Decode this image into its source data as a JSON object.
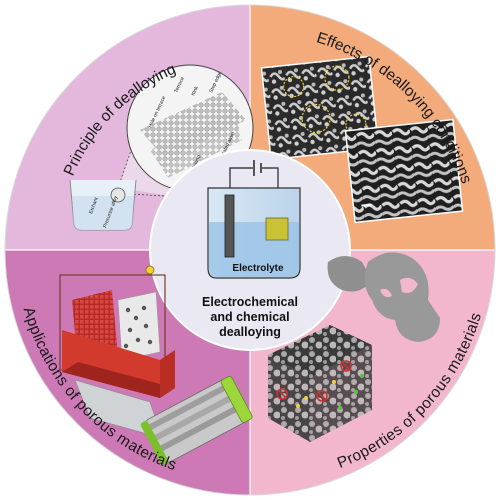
{
  "center": {
    "electrolyte_label": "Electrolyte",
    "title_line1": "Electrochemical",
    "title_line2": "and chemical",
    "title_line3": "dealloying"
  },
  "quadrants": {
    "top_left": "Principle of dealloying",
    "top_right": "Effects of dealloying conditions",
    "bottom_left": "Applications of porous materials",
    "bottom_right": "Properties of porous materials"
  },
  "labels": {
    "etchant": "Etchant",
    "precursor": "Precursor alloy",
    "terrace": "Terrace",
    "kink": "Kink",
    "step_edge": "Step edge",
    "hole_on_terrace": "Hole on terrace",
    "island": "Island",
    "isolated_atom": "Isolated atom"
  },
  "colors": {
    "top_left": "#e3b8dc",
    "top_right": "#f3ab7c",
    "bottom_left": "#cc79b5",
    "bottom_right": "#f2b7cc",
    "center": "#eae8f3",
    "electrolyte": "#9cc4e8"
  }
}
